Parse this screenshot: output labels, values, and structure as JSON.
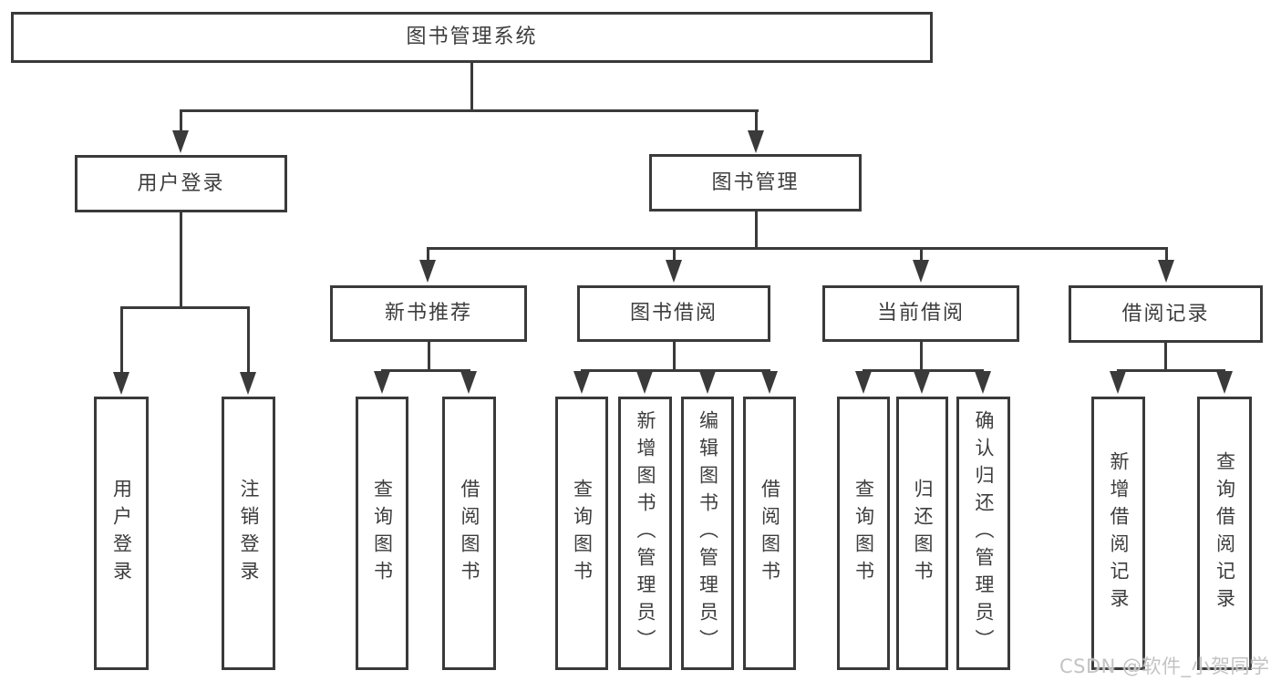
{
  "diagram": {
    "type": "tree",
    "root": {
      "label": "图书管理系统",
      "children": [
        {
          "label": "用户登录",
          "children": [
            {
              "label": "用户登录"
            },
            {
              "label": "注销登录"
            }
          ]
        },
        {
          "label": "图书管理",
          "children": [
            {
              "label": "新书推荐",
              "children": [
                {
                  "label": "查询图书"
                },
                {
                  "label": "借阅图书"
                }
              ]
            },
            {
              "label": "图书借阅",
              "children": [
                {
                  "label": "查询图书"
                },
                {
                  "label": "新增图书（管理员）"
                },
                {
                  "label": "编辑图书（管理员）"
                },
                {
                  "label": "借阅图书"
                }
              ]
            },
            {
              "label": "当前借阅",
              "children": [
                {
                  "label": "查询图书"
                },
                {
                  "label": "归还图书"
                },
                {
                  "label": "确认归还（管理员）"
                }
              ]
            },
            {
              "label": "借阅记录",
              "children": [
                {
                  "label": "新增借阅记录"
                },
                {
                  "label": "查询借阅记录"
                }
              ]
            }
          ]
        }
      ]
    }
  },
  "watermark": {
    "text": "CSDN @软件_小贺同学"
  },
  "colors": {
    "line": "#3a3a3a",
    "box_fill": "#ffffff",
    "background": "#ffffff",
    "watermark": "#c3c3c3"
  }
}
